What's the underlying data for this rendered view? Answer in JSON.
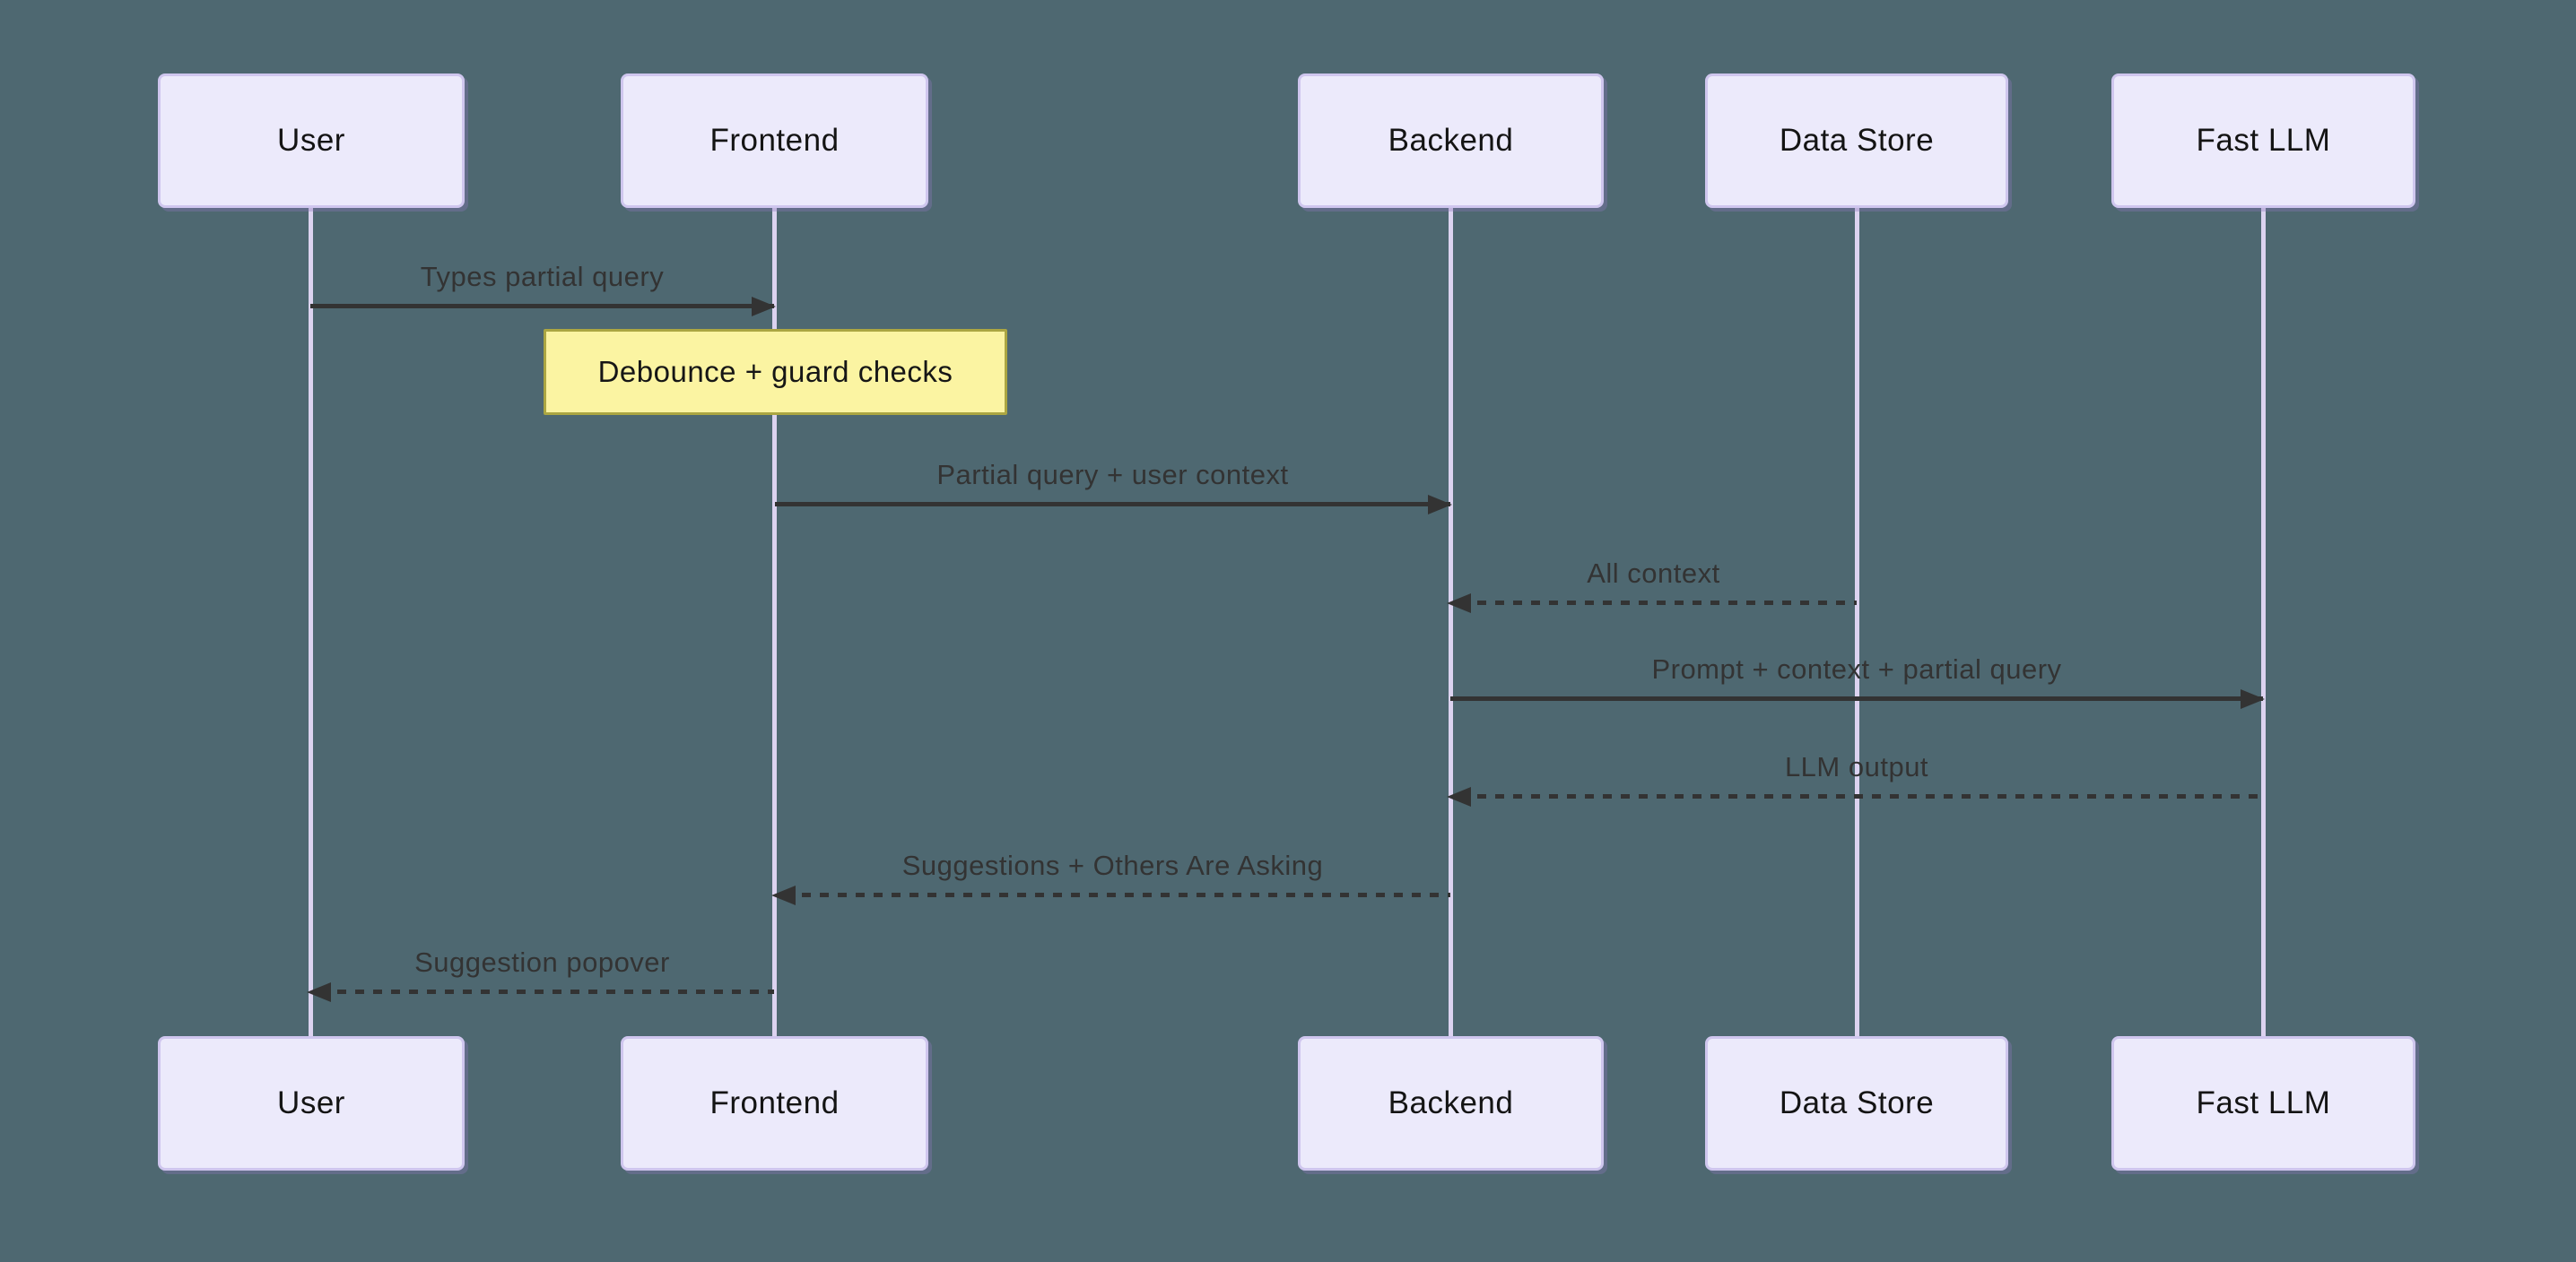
{
  "diagram": {
    "type": "sequence-diagram",
    "colors": {
      "background": "#4E6871",
      "actor_fill": "#ECEAFB",
      "actor_border": "#CFC6EE",
      "lifeline": "#DCD3F0",
      "message": "#333333",
      "note_fill": "#FBF4A2",
      "note_border": "#ABA642"
    },
    "actors": [
      {
        "label": "User"
      },
      {
        "label": "Frontend"
      },
      {
        "label": "Backend"
      },
      {
        "label": "Data Store"
      },
      {
        "label": "Fast LLM"
      }
    ],
    "note": {
      "text": "Debounce + guard checks",
      "over": "Frontend"
    },
    "messages": [
      {
        "text": "Types partial query",
        "from": "User",
        "to": "Frontend",
        "line": "solid",
        "direction": "right"
      },
      {
        "text": "Partial query + user context",
        "from": "Frontend",
        "to": "Backend",
        "line": "solid",
        "direction": "right"
      },
      {
        "text": "All context",
        "from": "Data Store",
        "to": "Backend",
        "line": "dashed",
        "direction": "left"
      },
      {
        "text": "Prompt + context + partial query",
        "from": "Backend",
        "to": "Fast LLM",
        "line": "solid",
        "direction": "right"
      },
      {
        "text": "LLM output",
        "from": "Fast LLM",
        "to": "Backend",
        "line": "dashed",
        "direction": "left"
      },
      {
        "text": "Suggestions + Others Are Asking",
        "from": "Backend",
        "to": "Frontend",
        "line": "dashed",
        "direction": "left"
      },
      {
        "text": "Suggestion popover",
        "from": "Frontend",
        "to": "User",
        "line": "dashed",
        "direction": "left"
      }
    ]
  }
}
